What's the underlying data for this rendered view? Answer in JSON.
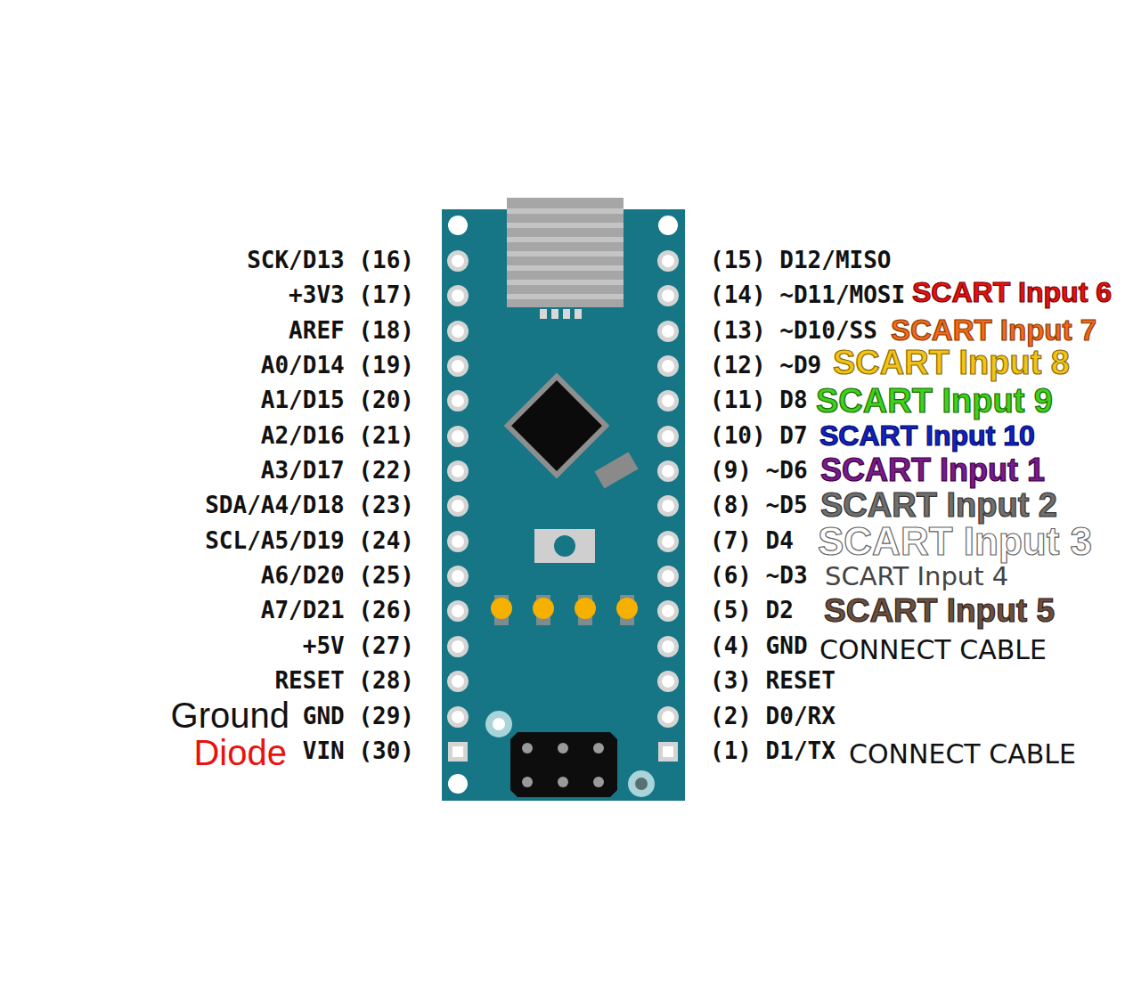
{
  "diagram": {
    "labels": [
      "SCK/D13 (16)",
      "(15) D12/MISO",
      "+3V3 (17)",
      "(14) ~D11/MOSI",
      "SCART Input 6",
      "AREF (18)",
      "(13) ~D10/SS",
      "SCART Input 7",
      "A0/D14 (19)",
      "(12) ~D9",
      "SCART Input 8",
      "A1/D15 (20)",
      "(11) D8",
      "SCART Input 9",
      "A2/D16 (21)",
      "(10) D7",
      "SCART Input 10",
      "A3/D17 (22)",
      "(9) ~D6",
      "SCART Input 1",
      "SDA/A4/D18 (23)",
      "(8) ~D5",
      "SCART Input 2",
      "SCL/A5/D19 (24)",
      "(7) D4",
      "SCART Input 3",
      "A6/D20 (25)",
      "(6) ~D3",
      "SCART Input 4",
      "A7/D21 (26)",
      "(5) D2",
      "SCART Input 5",
      "+5V (27)",
      "(4) GND",
      "CONNECT CABLE",
      "RESET (28)",
      "(3) RESET",
      "Ground",
      "GND (29)",
      "(2) D0/RX",
      "Diode",
      "VIN (30)",
      "(1) D1/TX",
      "CONNECT CABLE"
    ]
  }
}
